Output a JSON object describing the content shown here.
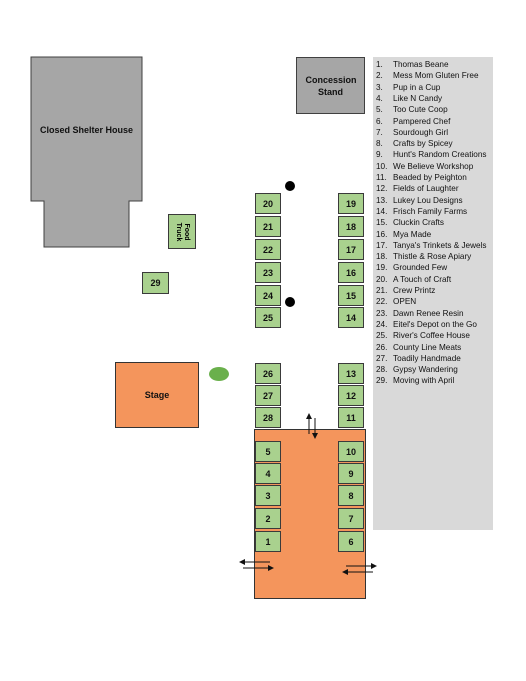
{
  "map": {
    "closed_shelter_house": "Closed Shelter House",
    "concession_stand": "Concession Stand",
    "food_truck": "Food Truck",
    "stage": "Stage"
  },
  "booths": {
    "b1": "1",
    "b2": "2",
    "b3": "3",
    "b4": "4",
    "b5": "5",
    "b6": "6",
    "b7": "7",
    "b8": "8",
    "b9": "9",
    "b10": "10",
    "b11": "11",
    "b12": "12",
    "b13": "13",
    "b14": "14",
    "b15": "15",
    "b16": "16",
    "b17": "17",
    "b18": "18",
    "b19": "19",
    "b20": "20",
    "b21": "21",
    "b22": "22",
    "b23": "23",
    "b24": "24",
    "b25": "25",
    "b26": "26",
    "b27": "27",
    "b28": "28",
    "b29": "29"
  },
  "legend": {
    "items": [
      {
        "num": "1.",
        "name": "Thomas Beane"
      },
      {
        "num": "2.",
        "name": "Mess Mom Gluten Free"
      },
      {
        "num": "3.",
        "name": "Pup in a Cup"
      },
      {
        "num": "4.",
        "name": "Like N Candy"
      },
      {
        "num": "5.",
        "name": "Too Cute Coop"
      },
      {
        "num": "6.",
        "name": "Pampered Chef"
      },
      {
        "num": "7.",
        "name": "Sourdough Girl"
      },
      {
        "num": "8.",
        "name": "Crafts by Spicey"
      },
      {
        "num": "9.",
        "name": "Hunt's Random Creations"
      },
      {
        "num": "10.",
        "name": "We Believe Workshop"
      },
      {
        "num": "11.",
        "name": "Beaded by Peighton"
      },
      {
        "num": "12.",
        "name": "Fields of Laughter"
      },
      {
        "num": "13.",
        "name": "Lukey Lou Designs"
      },
      {
        "num": "14.",
        "name": "Frisch Family Farms"
      },
      {
        "num": "15.",
        "name": "Cluckin Crafts"
      },
      {
        "num": "16.",
        "name": "Mya Made"
      },
      {
        "num": "17.",
        "name": "Tanya's Trinkets & Jewels"
      },
      {
        "num": "18.",
        "name": "Thistle & Rose Apiary"
      },
      {
        "num": "19.",
        "name": "Grounded Few"
      },
      {
        "num": "20.",
        "name": "A Touch of Craft"
      },
      {
        "num": "21.",
        "name": "Crew Printz"
      },
      {
        "num": "22.",
        "name": "OPEN"
      },
      {
        "num": "23.",
        "name": "Dawn Renee Resin"
      },
      {
        "num": "24.",
        "name": "Eitel's Depot on the Go"
      },
      {
        "num": "25.",
        "name": "River's Coffee House"
      },
      {
        "num": "26.",
        "name": "County Line Meats"
      },
      {
        "num": "27.",
        "name": "Toadily Handmade"
      },
      {
        "num": "28.",
        "name": "Gypsy Wandering"
      },
      {
        "num": "29.",
        "name": "Moving with April"
      }
    ]
  },
  "colors": {
    "booth_green": "#a9d18e",
    "building_gray": "#a6a6a6",
    "stage_orange": "#f4955c",
    "legend_bg": "#d9d9d9"
  }
}
